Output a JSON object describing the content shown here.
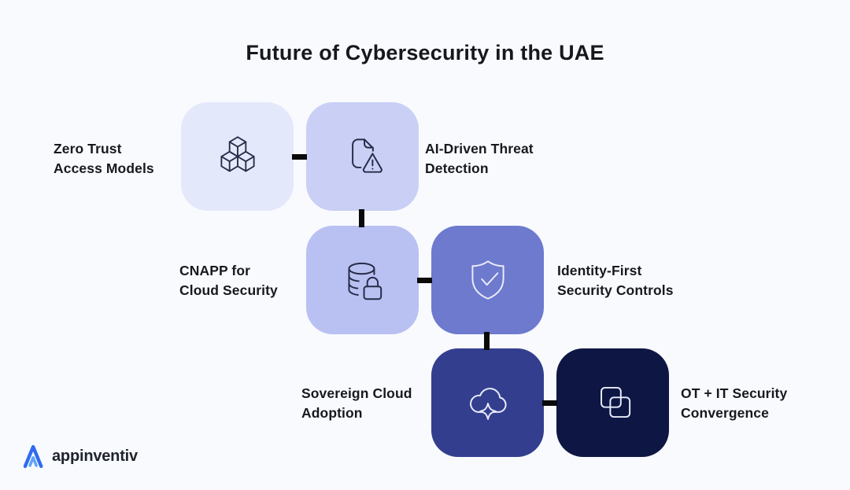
{
  "title": "Future of Cybersecurity in the UAE",
  "nodes": [
    {
      "label": "Zero Trust\nAccess Models",
      "icon": "cubes-icon",
      "fill": "#e4e8fb"
    },
    {
      "label": "AI-Driven Threat\nDetection",
      "icon": "document-alert-icon",
      "fill": "#c9cff5"
    },
    {
      "label": "CNAPP for\nCloud Security",
      "icon": "database-lock-icon",
      "fill": "#b9c1f2"
    },
    {
      "label": "Identity-First\nSecurity Controls",
      "icon": "shield-check-icon",
      "fill": "#6e7ace"
    },
    {
      "label": "Sovereign Cloud\nAdoption",
      "icon": "cloud-sparkle-icon",
      "fill": "#333f8e"
    },
    {
      "label": "OT + IT Security\nConvergence",
      "icon": "overlap-squares-icon",
      "fill": "#0e1743"
    }
  ],
  "brand": {
    "logo_text": "appinventiv",
    "logo_blue": "#2f6bf0",
    "logo_light_blue": "#5ea3f7"
  },
  "colors": {
    "background": "#f8fafe",
    "connector": "#0a0a0a",
    "title_text": "#16181d",
    "label_text": "#17191e",
    "icon_dark_stroke": "#262b47",
    "icon_light_stroke": "#e9ecfb"
  }
}
